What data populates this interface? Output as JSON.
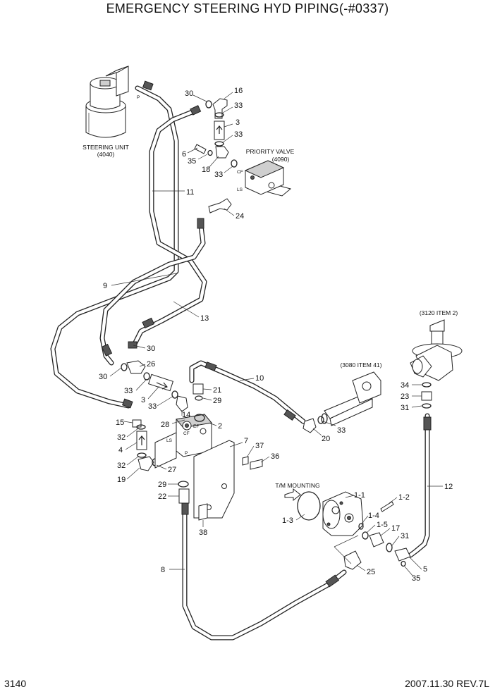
{
  "title": "EMERGENCY STEERING HYD PIPING(-#0337)",
  "footer": {
    "page": "3140",
    "revision": "2007.11.30  REV.7L"
  },
  "components": {
    "steering_unit": {
      "name": "STEERING UNIT",
      "ref": "(4040)"
    },
    "priority_valve": {
      "name": "PRIORITY VALVE",
      "ref": "(4090)"
    },
    "ref_3080": "(3080 ITEM 41)",
    "ref_3120": "(3120 ITEM 2)",
    "tm_mounting": "T/M MOUNTING"
  },
  "port_labels": {
    "p": "P",
    "cf": "CF",
    "ls": "LS",
    "ef": "EF"
  },
  "callouts": [
    "30",
    "16",
    "33",
    "3",
    "33",
    "6",
    "35",
    "18",
    "33",
    "11",
    "24",
    "9",
    "13",
    "30",
    "26",
    "30",
    "33",
    "3",
    "33",
    "15",
    "32",
    "4",
    "32",
    "19",
    "14",
    "28",
    "2",
    "27",
    "29",
    "22",
    "21",
    "29",
    "10",
    "33",
    "20",
    "7",
    "37",
    "36",
    "38",
    "8",
    "34",
    "23",
    "31",
    "12",
    "1-1",
    "1-2",
    "1-3",
    "1-4",
    "1-5",
    "17",
    "31",
    "25",
    "5",
    "35"
  ]
}
